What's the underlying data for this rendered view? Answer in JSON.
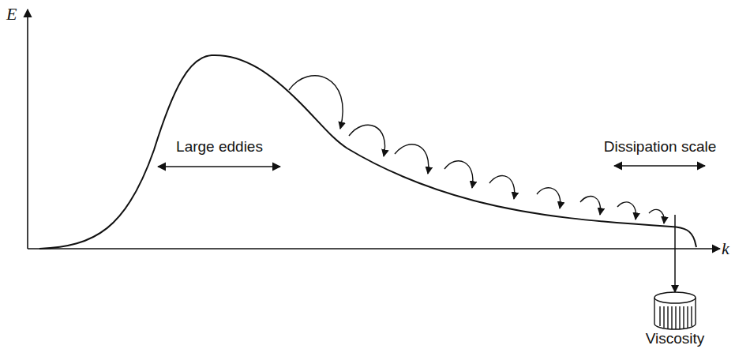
{
  "diagram": {
    "labels": [
      "E",
      "Large eddies",
      "Dissipation scale",
      "k",
      "Viscosity"
    ]
  }
}
